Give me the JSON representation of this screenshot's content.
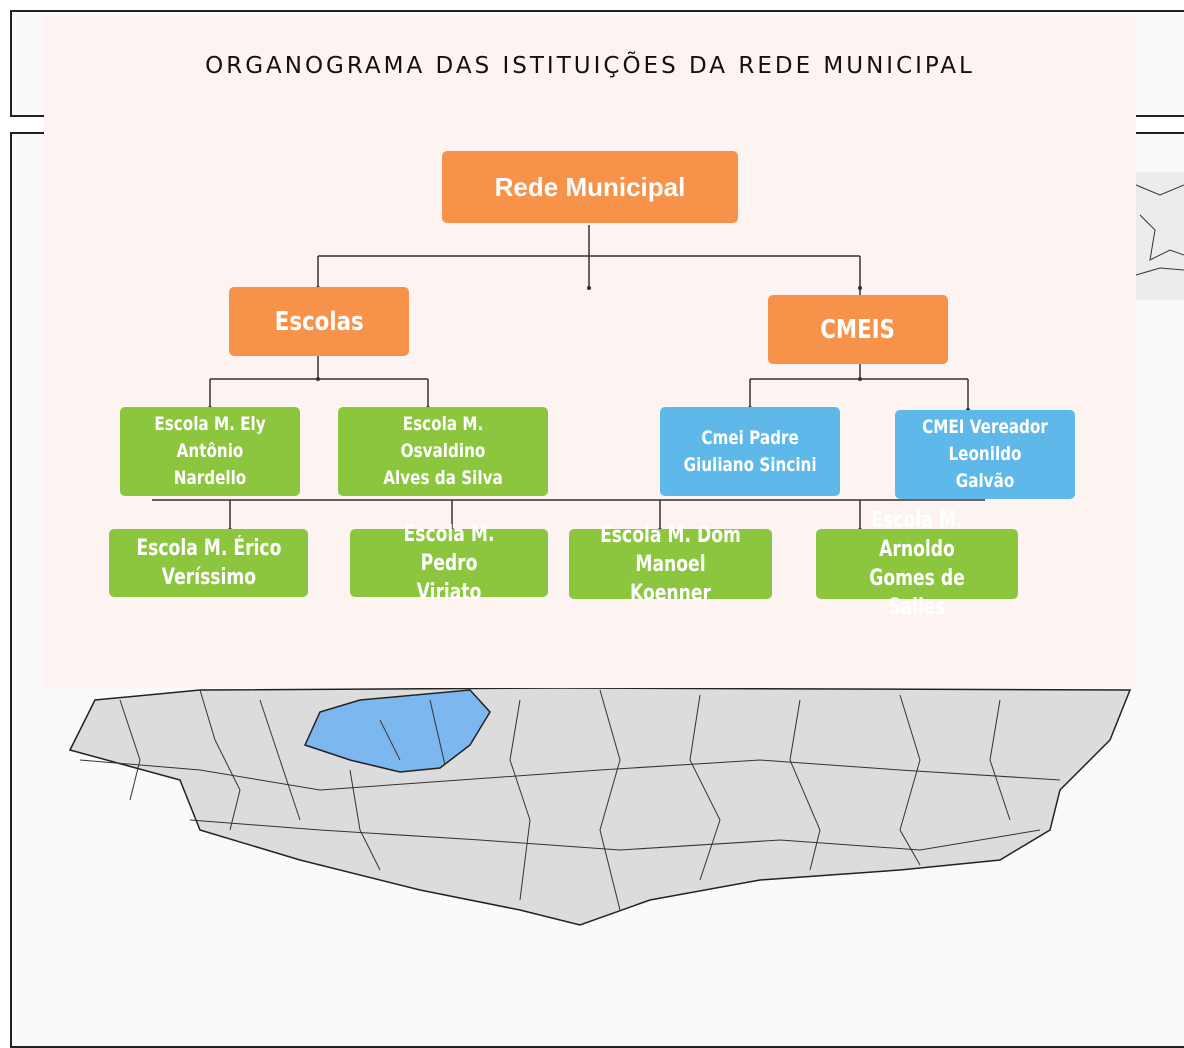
{
  "title": "ORGANOGRAMA DAS ISTITUIÇÕES DA REDE MUNICIPAL",
  "root": {
    "label": "Rede Municipal"
  },
  "branches": [
    {
      "label": "Escolas"
    },
    {
      "label": "CMEIS"
    }
  ],
  "escolas": [
    {
      "label": "Escola M. Ely\nAntônio Nardello"
    },
    {
      "label": "Escola M. Osvaldino\nAlves da Silva"
    }
  ],
  "cmeis": [
    {
      "label": "Cmei Padre\nGiuliano Sincini"
    },
    {
      "label": "CMEI Vereador\nLeonildo Galvão"
    }
  ],
  "bottom_row": [
    {
      "label": "Escola M. Érico\nVeríssimo"
    },
    {
      "label": "Escola M. Pedro\nViriato"
    },
    {
      "label": "Escola M. Dom\nManoel Koenner"
    },
    {
      "label": "Escola M. Arnoldo\nGomes de Salles"
    }
  ],
  "colors": {
    "orange": "#f7924a",
    "green": "#8cc63f",
    "blue": "#5eb8e9",
    "panel": "#fdf3f1",
    "map_highlight": "#7db7f0",
    "map_fill": "#dcdcdc"
  }
}
